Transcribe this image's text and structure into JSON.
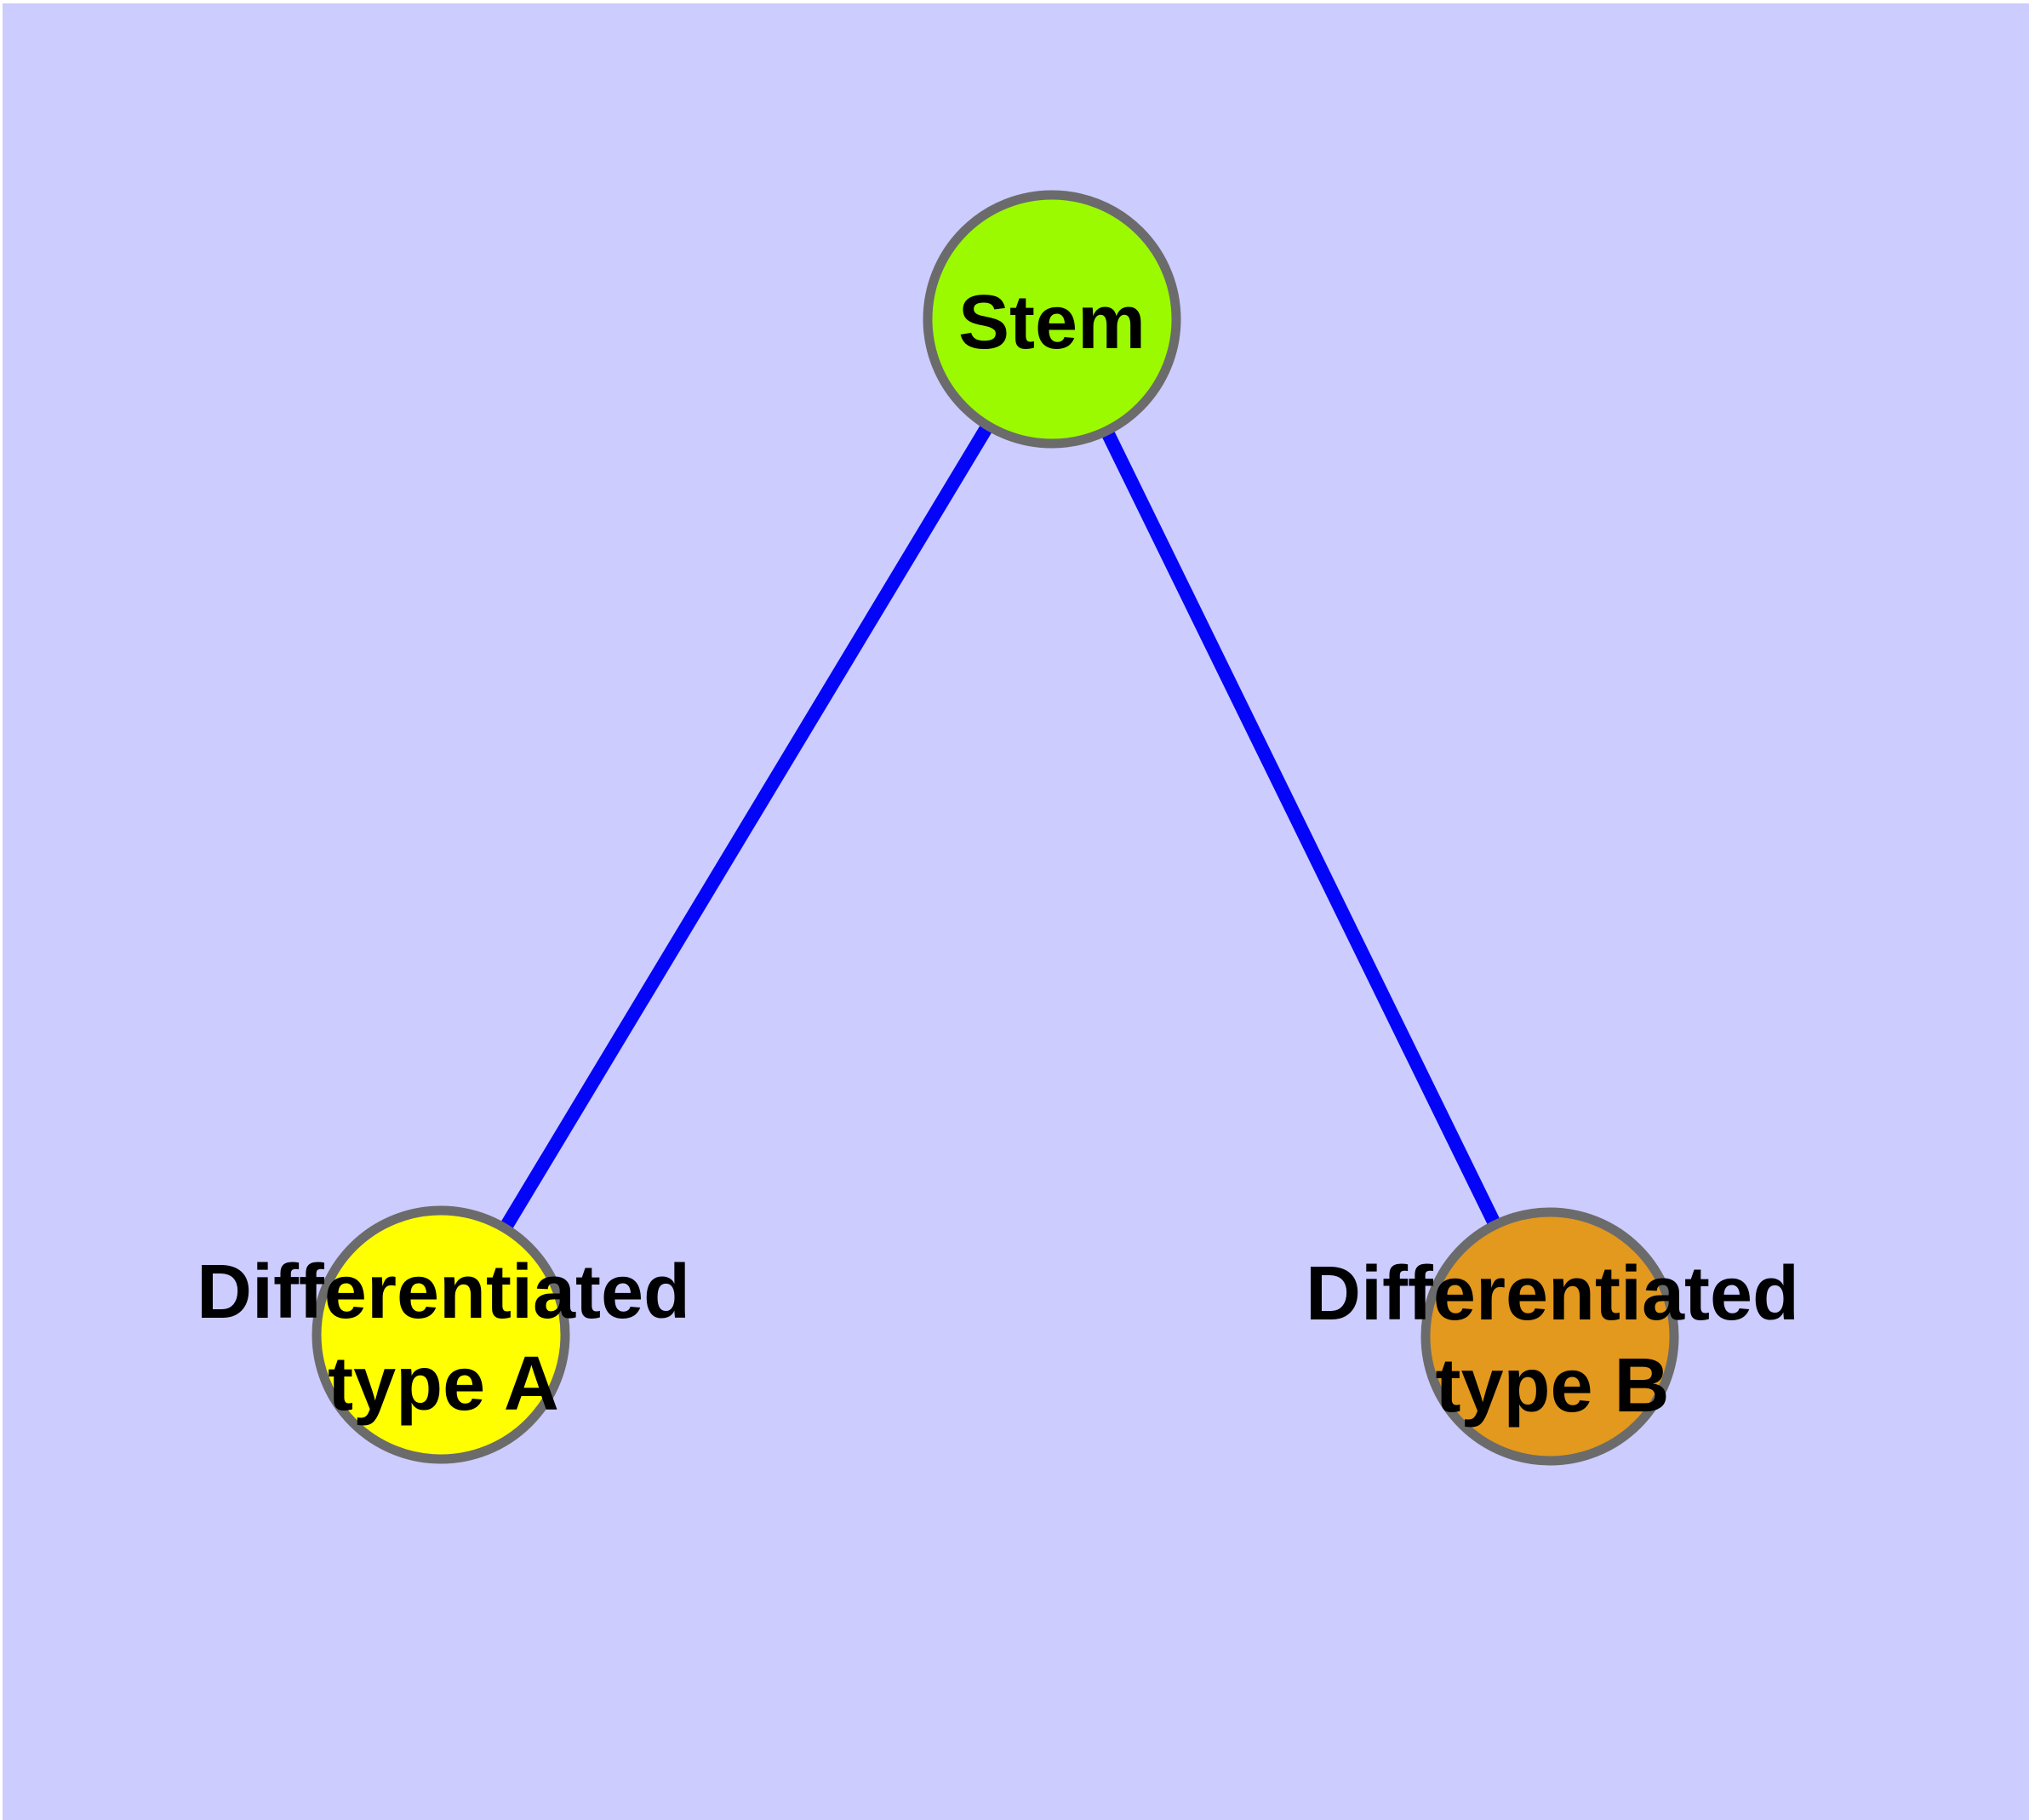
{
  "canvas": {
    "background_color": "#CCCCFF",
    "margin_color": "#FFFFFF"
  },
  "graph": {
    "label_color": "#000000",
    "node_border_color": "#6B6B6B",
    "edge_color": "#0404F8",
    "nodes": [
      {
        "id": "stem",
        "label": "Stem",
        "fill": "#9BFA00",
        "border": "#6B6B6B"
      },
      {
        "id": "differentiated-type-a",
        "label_line1": "Differentiated",
        "label_line2": "type A",
        "fill": "#FFFF00",
        "border": "#6B6B6B"
      },
      {
        "id": "differentiated-type-b",
        "label_line1": "Differentiated",
        "label_line2": "type B",
        "fill": "#E2991E",
        "border": "#6B6B6B"
      }
    ],
    "edges": [
      {
        "from": "stem",
        "to": "differentiated-type-a",
        "color": "#0404F8"
      },
      {
        "from": "stem",
        "to": "differentiated-type-b",
        "color": "#0404F8"
      }
    ]
  }
}
